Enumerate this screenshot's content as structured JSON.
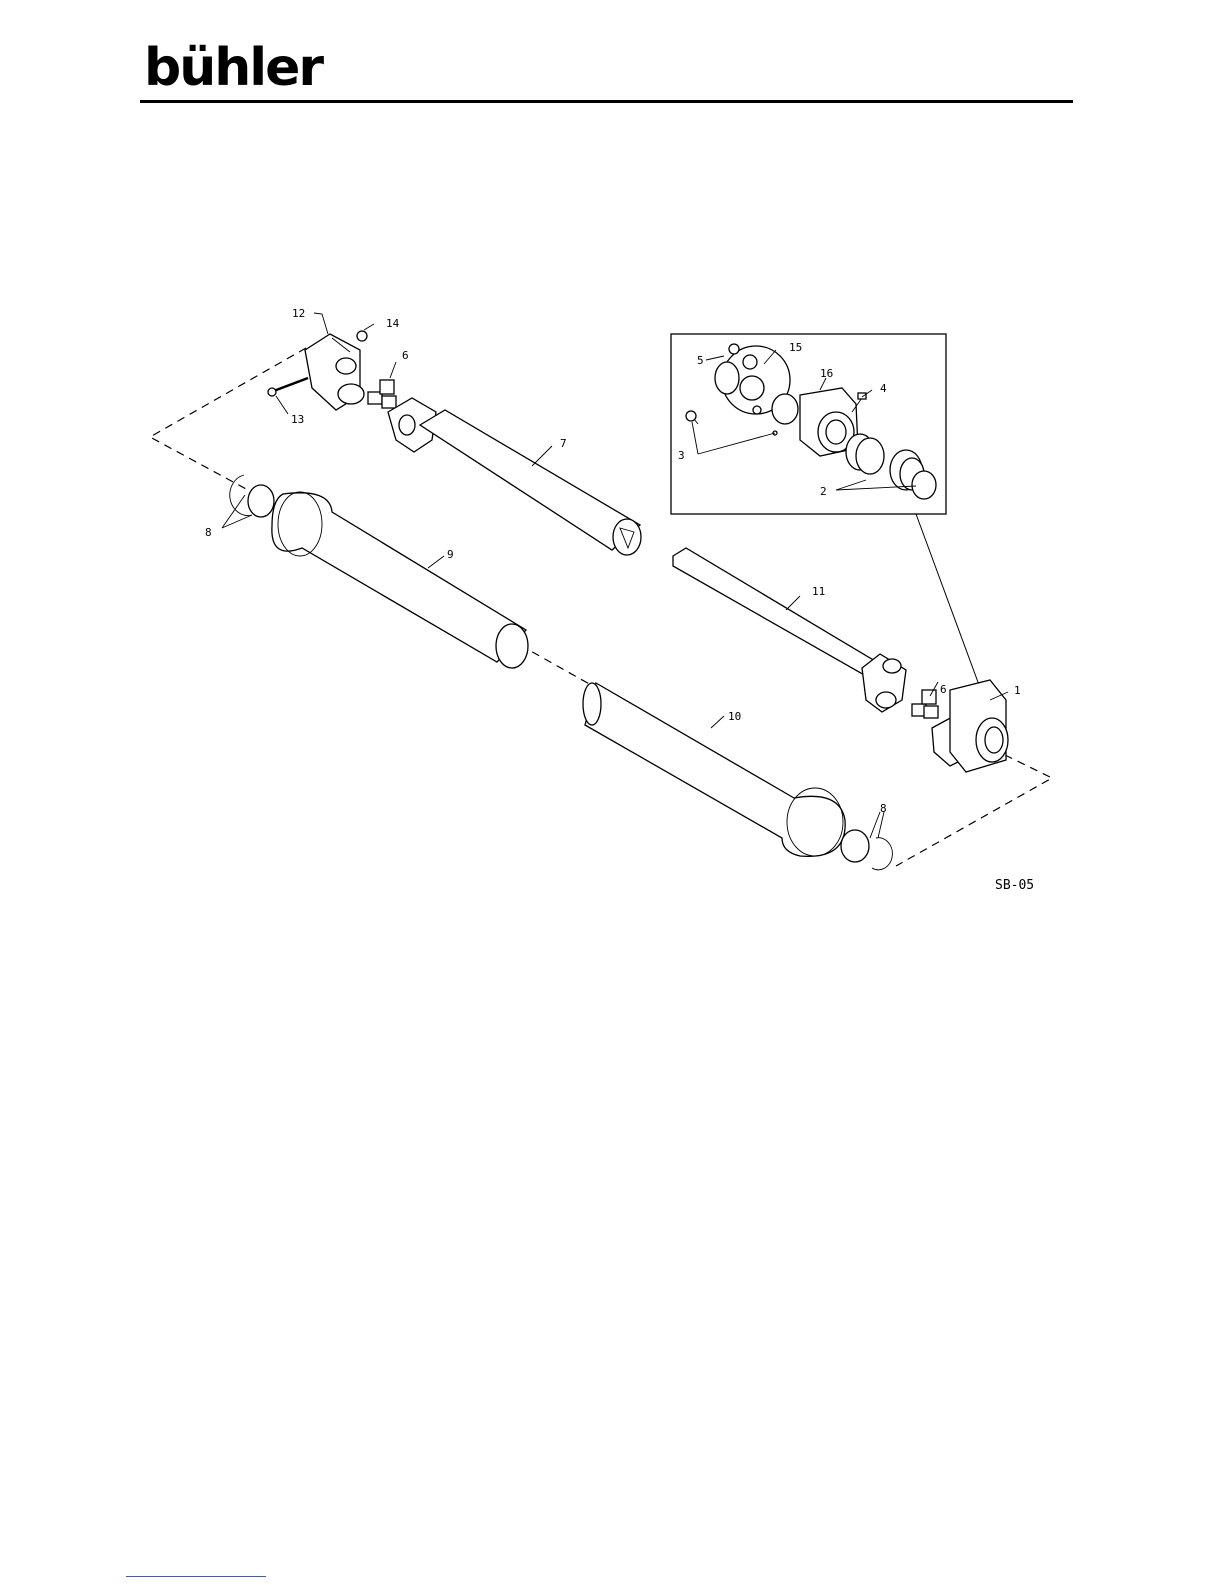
{
  "header": {
    "brand": "bühler"
  },
  "diagram": {
    "drawing_code": "SB-05",
    "callouts": {
      "c1": "1",
      "c2": "2",
      "c3": "3",
      "c4": "4",
      "c5": "5",
      "c6a": "6",
      "c6b": "6",
      "c7": "7",
      "c8a": "8",
      "c8b": "8",
      "c9": "9",
      "c10": "10",
      "c11": "11",
      "c12": "12",
      "c13": "13",
      "c14": "14",
      "c15": "15",
      "c16": "16"
    }
  }
}
